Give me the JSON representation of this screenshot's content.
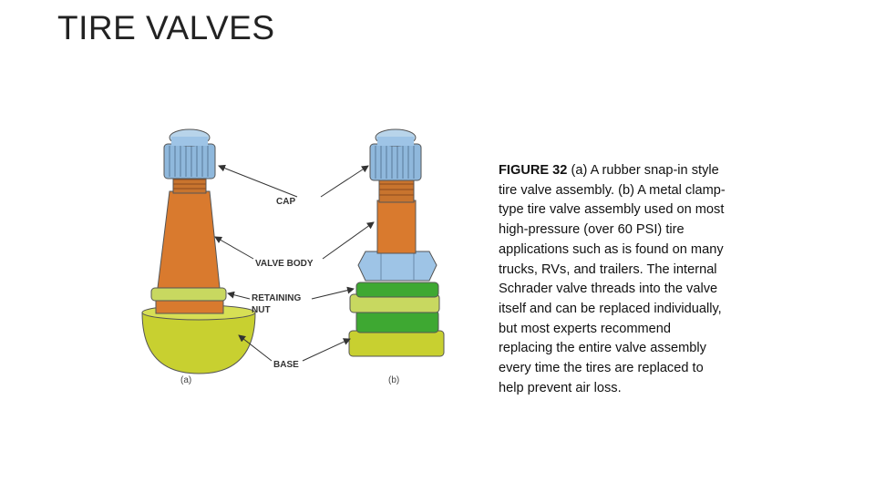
{
  "slide": {
    "title": "TIRE VALVES"
  },
  "figure": {
    "labels": {
      "cap": "CAP",
      "valve_body": "VALVE BODY",
      "retaining_1": "RETAINING",
      "retaining_2": "NUT",
      "base": "BASE",
      "a": "(a)",
      "b": "(b)"
    },
    "colors": {
      "cap": "#8fb8dc",
      "body": "#d97a2e",
      "ring": "#c8d860",
      "base": "#c8d030",
      "green_ring": "#3ea832",
      "nut": "#9ec4e6"
    }
  },
  "caption": {
    "figure_label": "FIGURE 32",
    "text": "(a) A rubber snap-in style tire valve assembly. (b) A metal clamp-type tire valve assembly used on most high-pressure (over 60 PSI) tire applications such as is found on many trucks, RVs, and trailers. The internal Schrader valve threads into the valve itself and can be replaced individually, but most experts recommend replacing the entire valve assembly every time the tires are replaced to help prevent air loss."
  }
}
